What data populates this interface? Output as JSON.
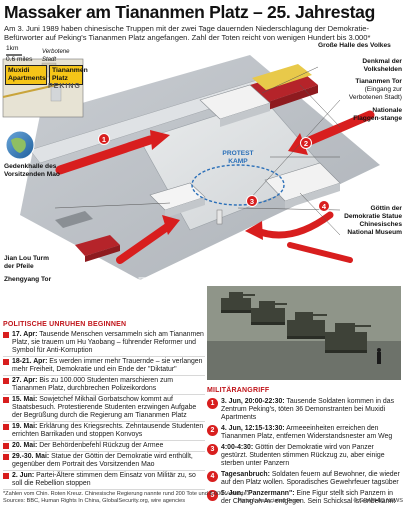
{
  "title": "Massaker am Tiananmen Platz – 25. Jahrestag",
  "intro": "Am 3. Juni 1989 haben chinesische Truppen mit der zwei Tage dauernden Niederschlagung der Demokratie-Befürworter auf Peking's Tiananmen Platz angefangen. Zahl der Toten reicht von wenigen Hundert bis 3.000*",
  "map": {
    "scale_km": "1km",
    "scale_mi": "0.6 miles",
    "verbotene_stadt": "Verbotene Stadt",
    "peking": "PEKING",
    "muxidi": "Muxidi Apartments",
    "tiananmen_platz": "Tiananmen Platz",
    "grosse_halle": "Große Halle des Volkes",
    "denkmal": "Denkmal der Volkshelden",
    "tiananmen_tor": "Tiananmen Tor",
    "tiananmen_tor_sub": "(Eingang zur Verbotenen Stadt)",
    "flaggenstange": "Nationale Flaggen-stange",
    "protest_kamp": "PROTEST KAMP",
    "gedenkhalle": "Gedenkhalle des Vorsitzenden Mao",
    "goettin": "Göttin der Demokratie Statue",
    "museum": "Chinesisches National Museum",
    "jian_lou": "Jian Lou Turm der Pfeile",
    "zhengyang": "Zhengyang Tor",
    "watermark": "GRAPHIC NEWS",
    "markers": [
      "1",
      "2",
      "3",
      "4",
      "5"
    ]
  },
  "politics": {
    "heading": "POLITISCHE UNRUHEN BEGINNEN",
    "events": [
      {
        "date": "17. Apr:",
        "text": "Tausende Menschen versammeln sich am Tiananmen Platz, sie trauern um Hu Yaobang – führender Reformer und Symbol für Anti-Korruption"
      },
      {
        "date": "18-21. Apr:",
        "text": "Es werden immer mehr Trauernde – sie verlangen mehr Freiheit, Demokratie und ein Ende der \"Diktatur\""
      },
      {
        "date": "27. Apr:",
        "text": "Bis zu 100.000 Studenten marschieren zum Tiananmen Platz, durchbrechen Polizeikordons"
      },
      {
        "date": "15. Mai:",
        "text": "Sowjetchef Mikhail Gorbatschow kommt auf Staatsbesuch. Protestierende Studenten erzwingen Aufgabe der Begrüßung durch die Regierung am Tiananmen Platz"
      },
      {
        "date": "19. Mai:",
        "text": "Erklärung des Kriegsrechts. Zehntausende Studenten errichten Barrikaden und stoppen Konvoys"
      },
      {
        "date": "20. Mai:",
        "text": "Der Behördenbefehl Rückzug der Armee"
      },
      {
        "date": "29.-30. Mai:",
        "text": "Statue der Göttin der Demokratie wird enthüllt, gegenüber dem Portrait des Vorsitzenden Mao"
      },
      {
        "date": "2. Jun:",
        "text": "Partei-Ältere stimmen dem Einsatz von Militär zu, so soll die Rebellion stoppen"
      }
    ]
  },
  "military": {
    "heading": "MILITÄRANGRIFF",
    "items": [
      {
        "num": "1",
        "date": "3. Jun, 20:00-22:30:",
        "text": "Tausende Soldaten kommen in das Zentrum Peking's, töten 36 Demonstranten bei Muxidi Apartments"
      },
      {
        "num": "2",
        "date": "4. Jun, 12:15-13:30:",
        "text": "Armeeeinheiten erreichen den Tiananmen Platz, entfernen Widerstandsnester am Weg"
      },
      {
        "num": "3",
        "date": "4:00-4:30:",
        "text": "Göttin der Demokratie wird von Panzer gestürzt. Studenten stimmen Rückzug zu, aber einige sterben unter Panzern"
      },
      {
        "num": "4",
        "date": "Tagesanbruch:",
        "text": "Soldaten feuern auf Bewohner, die wieder auf den Platz wollen. Sporadisches Gewehrfeuer tagsüber"
      },
      {
        "num": "5",
        "date": "5. Jun, \"Panzermann\":",
        "text": "Eine Figur stellt sich Panzern in der Chang'an Av. entgegen. Sein Schicksal ist unbekannt"
      }
    ]
  },
  "footer": {
    "note": "*Zahlen vom Chin. Roten Kreuz. Chinesische Regierung nannte rund 200 Tote und 8.000 Verletzte.",
    "sources": "Sources: BBC, Human Rights In China, GlobalSecurity.org, wire agencies",
    "picture": "Picture: Associated Press",
    "copyright": "© GRAPHIC NEWS"
  }
}
